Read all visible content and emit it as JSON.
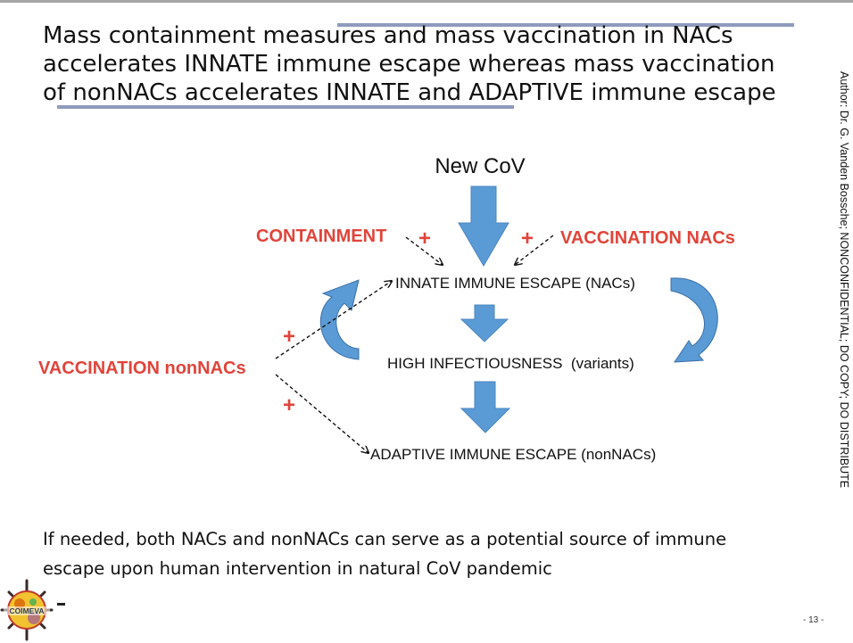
{
  "title": {
    "lines": [
      "Mass containment measures and mass vaccination in NACs",
      "accelerates INNATE immune escape whereas mass vaccination",
      "of nonNACs accelerates INNATE and ADAPTIVE immune escape"
    ]
  },
  "side_note": "Author: Dr. G. Vanden Bossche; NONCONFIDENTIAL; DO COPY; DO DISTRIBUTE",
  "diagram": {
    "source": "New CoV",
    "innate": "INNATE IMMUNE ESCAPE (NACs)",
    "high": "HIGH INFECTIOUSNESS  (variants)",
    "adaptive": "ADAPTIVE IMMUNE ESCAPE (nonNACs)",
    "containment": "CONTAINMENT",
    "vacc_nacs": "VACCINATION NACs",
    "vacc_nonnacs": "VACCINATION nonNACs",
    "plus": "+"
  },
  "footer": {
    "lines": [
      "If needed, both NACs and nonNACs can serve as a  potential source of immune",
      "escape upon human intervention in natural CoV pandemic"
    ]
  },
  "logo_text": "COIMEVA",
  "page_number": "- 13 -",
  "colors": {
    "accent_red": "#e0443a",
    "arrow_blue": "#5b9bd5",
    "arrow_blue_dark": "#3a6fa8",
    "title_deco": "#8e9bbd"
  }
}
